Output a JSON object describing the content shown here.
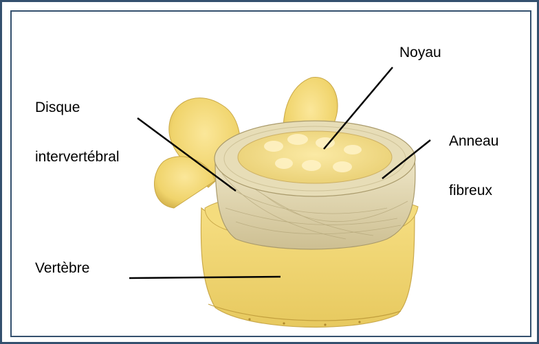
{
  "labels": {
    "disque_line1": "Disque",
    "disque_line2": "intervertébral",
    "noyau": "Noyau",
    "anneau_line1": "Anneau",
    "anneau_line2": "fibreux",
    "vertebre": "Vertèbre"
  },
  "colors": {
    "frame_border": "#34506e",
    "bone": "#f2d774",
    "bone_shadow": "#d6b64a",
    "disc_ring": "#d9cfa3",
    "nucleus": "#f0dc8a",
    "leader_line": "#000000"
  }
}
